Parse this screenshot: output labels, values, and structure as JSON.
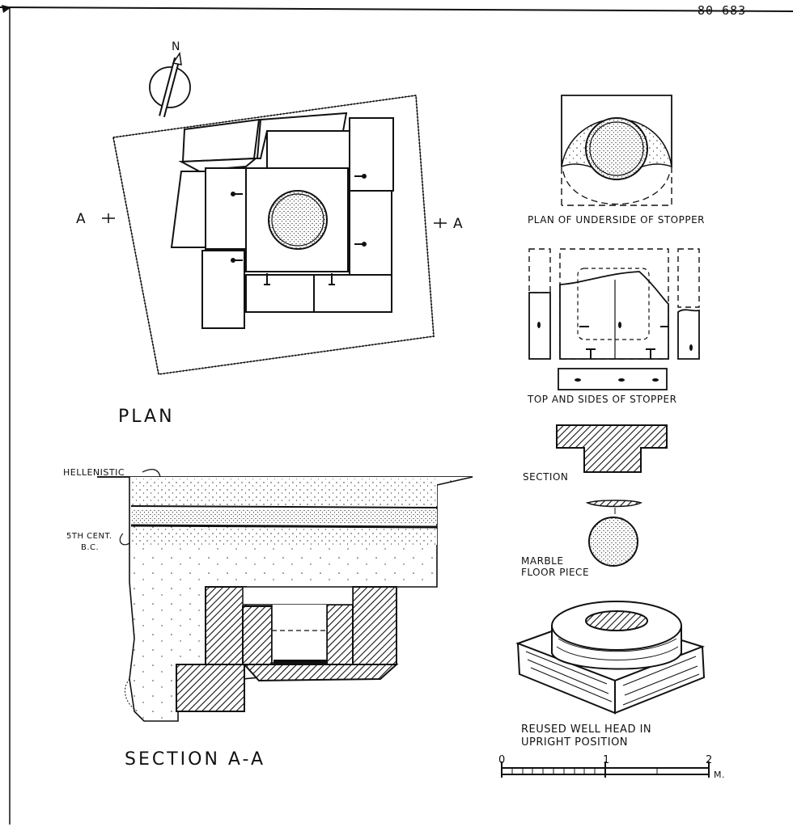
{
  "sheet_number": "80-683",
  "north": {
    "letter": "N"
  },
  "plan": {
    "title": "PLAN",
    "section_marker_left": "A",
    "section_marker_right": "A"
  },
  "section": {
    "title": "SECTION A-A",
    "label_hellenistic": "HELLENISTIC",
    "label_5th_line1": "5TH CENT.",
    "label_5th_line2": "B.C."
  },
  "details": {
    "underside_caption": "PLAN OF UNDERSIDE OF STOPPER",
    "top_sides_caption": "TOP AND SIDES OF STOPPER",
    "section_caption": "SECTION",
    "marble_line1": "MARBLE",
    "marble_line2": "FLOOR PIECE",
    "wellhead_line1": "REUSED WELL HEAD IN",
    "wellhead_line2": "UPRIGHT POSITION"
  },
  "scale_bar": {
    "ticks": [
      "0",
      "1",
      "2"
    ],
    "unit": "M."
  },
  "colors": {
    "ink": "#111111",
    "paper": "#ffffff"
  }
}
